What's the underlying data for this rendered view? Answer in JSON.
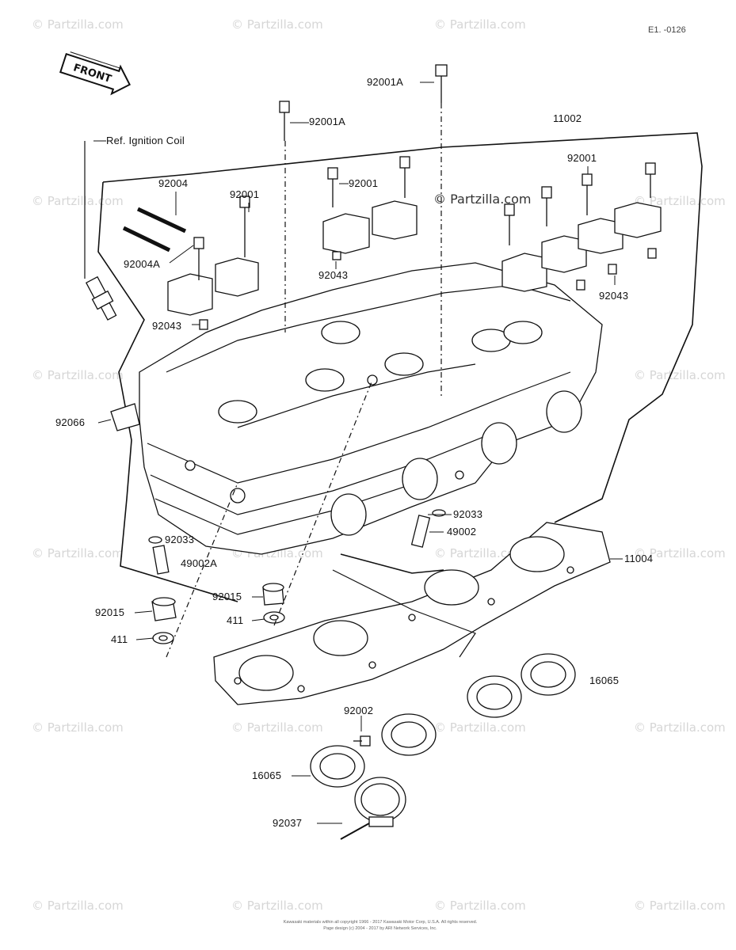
{
  "page_code": "E1.  -0126",
  "front_label": "FRONT",
  "center_watermark": "© Partzilla.com",
  "watermark_text": "© Partzilla.com",
  "copyright_line1": "Kawasaki materials within all copyright 1966 - 2017  Kawasaki Motor Corp, U.S.A.  All rights reserved.",
  "copyright_line2": "Page design (c) 2004 - 2017 by ARI Network Services, Inc.",
  "callouts": {
    "ref_ignition": "Ref. Ignition Coil",
    "p11002": "11002",
    "p92001A_top": "92001A",
    "p92001A_mid": "92001A",
    "p92004": "92004",
    "p92001_left": "92001",
    "p92001_center": "92001",
    "p92001_right": "92001",
    "p92004A": "92004A",
    "p92043_left": "92043",
    "p92043_center": "92043",
    "p92043_right": "92043",
    "p92066": "92066",
    "p92033_left": "92033",
    "p49002A": "49002A",
    "p92033_right": "92033",
    "p49002": "49002",
    "p11004": "11004",
    "p92015_left": "92015",
    "p92015_center": "92015",
    "p411_left": "411",
    "p411_center": "411",
    "p16065_right": "16065",
    "p92002": "92002",
    "p16065_left": "16065",
    "p92037": "92037"
  }
}
